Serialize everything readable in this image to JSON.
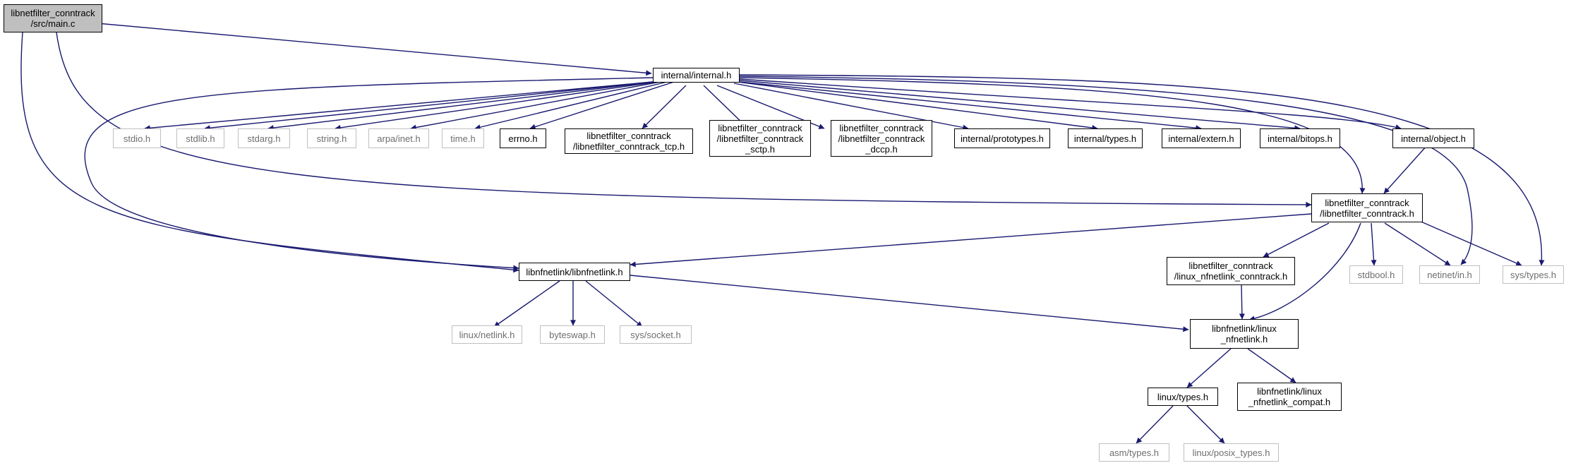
{
  "colors": {
    "edge": "#191970",
    "root_fill": "#bfbfbf",
    "ext_border": "#bfbfbf",
    "ext_text": "#6e6e6e"
  },
  "nodes": {
    "main_c": "libnetfilter_conntrack\n/src/main.c",
    "internal_h": "internal/internal.h",
    "stdio_h": "stdio.h",
    "stdlib_h": "stdlib.h",
    "stdarg_h": "stdarg.h",
    "string_h": "string.h",
    "arpa_inet_h": "arpa/inet.h",
    "time_h": "time.h",
    "errno_h": "errno.h",
    "conntrack_tcp_h": "libnetfilter_conntrack\n/libnetfilter_conntrack_tcp.h",
    "conntrack_sctp_h": "libnetfilter_conntrack\n/libnetfilter_conntrack\n_sctp.h",
    "conntrack_dccp_h": "libnetfilter_conntrack\n/libnetfilter_conntrack\n_dccp.h",
    "prototypes_h": "internal/prototypes.h",
    "types_h": "internal/types.h",
    "extern_h": "internal/extern.h",
    "bitops_h": "internal/bitops.h",
    "object_h": "internal/object.h",
    "libnfct_h": "libnetfilter_conntrack\n/libnetfilter_conntrack.h",
    "libnfnetlink_h": "libnfnetlink/libnfnetlink.h",
    "linux_nfnl_ct_h": "libnetfilter_conntrack\n/linux_nfnetlink_conntrack.h",
    "stdbool_h": "stdbool.h",
    "netinet_in_h": "netinet/in.h",
    "sys_types_h": "sys/types.h",
    "linux_netlink_h": "linux/netlink.h",
    "byteswap_h": "byteswap.h",
    "sys_socket_h": "sys/socket.h",
    "linux_nfnetlink_h": "libnfnetlink/linux\n_nfnetlink.h",
    "linux_types_h": "linux/types.h",
    "nfnl_compat_h": "libnfnetlink/linux\n_nfnetlink_compat.h",
    "asm_types_h": "asm/types.h",
    "posix_types_h": "linux/posix_types.h"
  }
}
